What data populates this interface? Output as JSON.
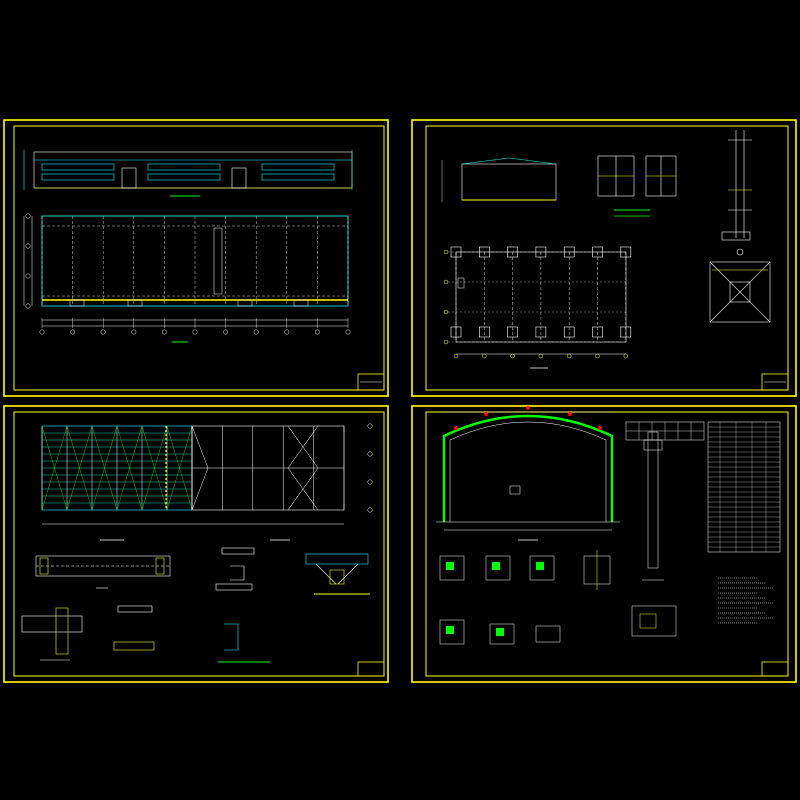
{
  "colors": {
    "background": "#000000",
    "sheet_border": "#ffff00",
    "line_main": "#ffffff",
    "line_cyan": "#00ffff",
    "line_yellow": "#ffff00",
    "line_green": "#00ff00",
    "line_red": "#ff0000",
    "line_magenta": "#ff00ff"
  },
  "sheets": [
    {
      "id": "sheet-1",
      "title_block": "",
      "content": "elevation-and-plan"
    },
    {
      "id": "sheet-2",
      "title_block": "",
      "content": "foundation-and-details"
    },
    {
      "id": "sheet-3",
      "title_block": "",
      "content": "roof-bracing-and-purlins"
    },
    {
      "id": "sheet-4",
      "title_block": "",
      "content": "portal-frame-and-tables"
    }
  ]
}
